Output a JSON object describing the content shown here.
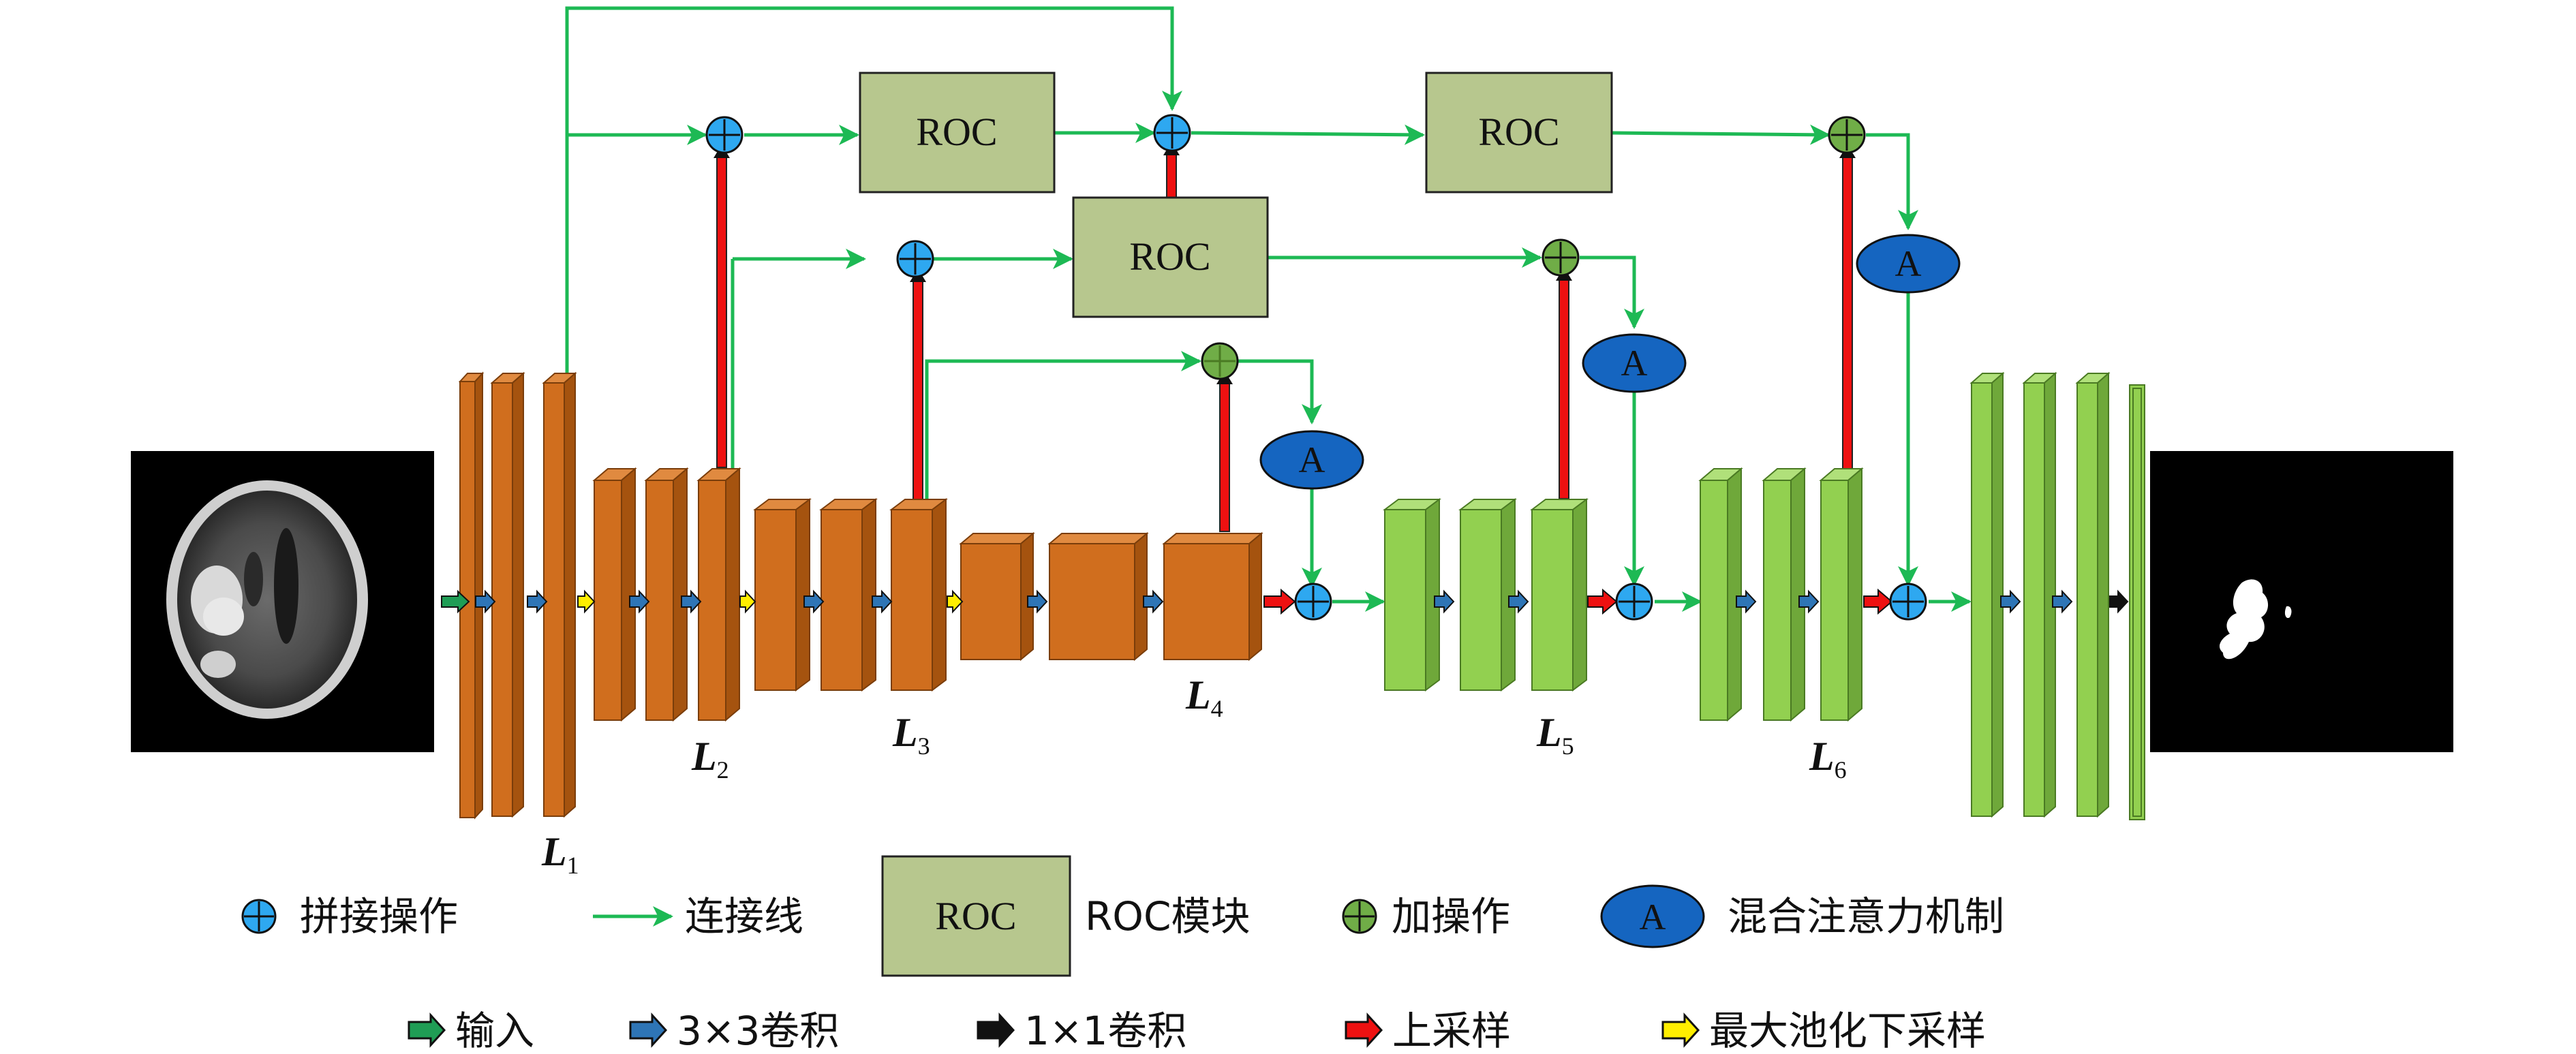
{
  "diagram": {
    "roc_label": "ROC",
    "attention_label": "A",
    "stage_labels": {
      "l1": {
        "main": "L",
        "sub": "1"
      },
      "l2": {
        "main": "L",
        "sub": "2"
      },
      "l3": {
        "main": "L",
        "sub": "3"
      },
      "l4": {
        "main": "L",
        "sub": "4"
      },
      "l5": {
        "main": "L",
        "sub": "5"
      },
      "l6": {
        "main": "L",
        "sub": "6"
      }
    }
  },
  "legend": {
    "row1": {
      "concat": "拼接操作",
      "connection": "连接线",
      "roc_box": "ROC",
      "roc_module": "ROC模块",
      "add": "加操作",
      "attention_box": "A",
      "attention": "混合注意力机制"
    },
    "row2": {
      "input": "输入",
      "conv3": "3×3卷积",
      "conv1": "1×1卷积",
      "upsample": "上采样",
      "maxpool": "最大池化下采样"
    }
  },
  "colors": {
    "encoder": "#d06e1e",
    "decoder": "#92d050",
    "roc_fill": "#b7c78e",
    "connection": "#1db954",
    "upsample": "#ee1111",
    "conv3": "#2e75b6",
    "input_arrow": "#1f9d55",
    "maxpool": "#ffee00",
    "concat": "#2ea8f0",
    "add": "#70ad47",
    "attention": "#1565c0"
  }
}
